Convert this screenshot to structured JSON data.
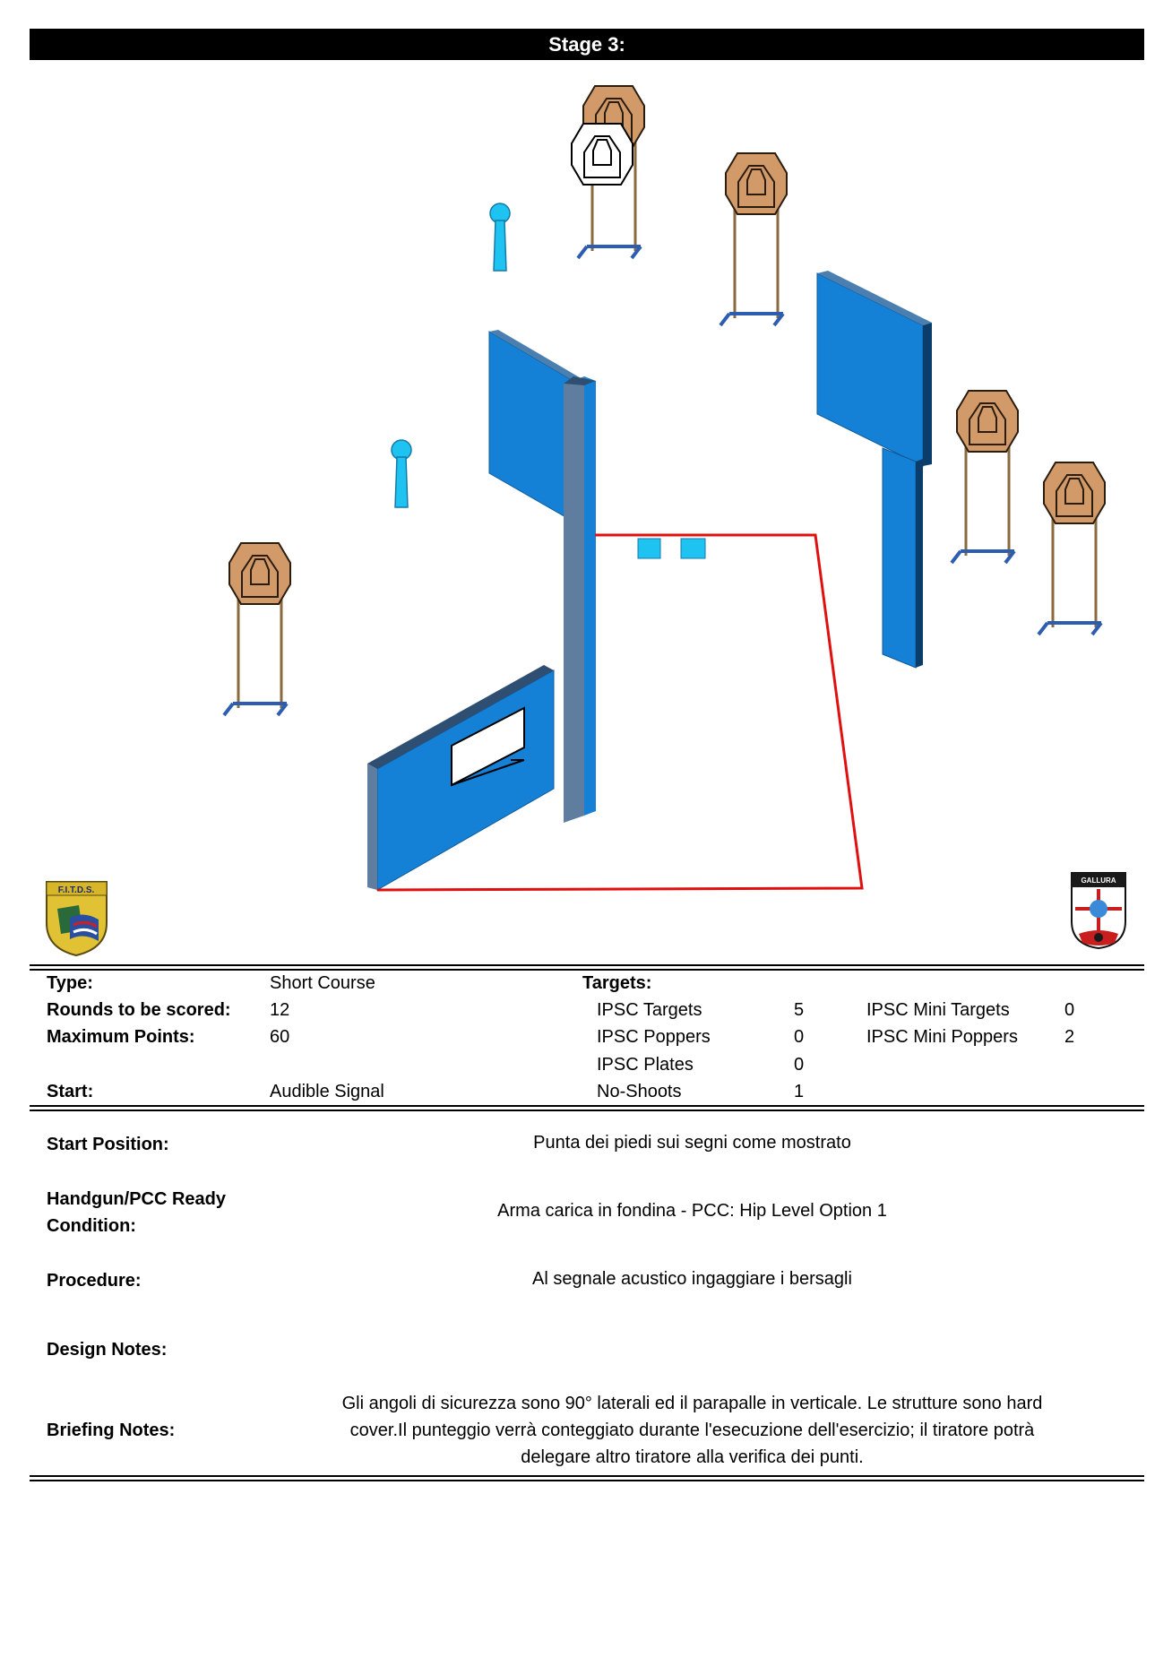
{
  "stage": {
    "title": "Stage 3:"
  },
  "logos": {
    "left_text": "F.I.T.D.S.",
    "right_text": "GALLURA"
  },
  "summary": {
    "type_label": "Type:",
    "type_value": "Short Course",
    "rounds_label": "Rounds to be scored:",
    "rounds_value": "12",
    "max_label": "Maximum Points:",
    "max_value": "60",
    "start_label": "Start:",
    "start_value": "Audible Signal",
    "targets_label": "Targets:",
    "ipsc_targets_label": "IPSC Targets",
    "ipsc_targets_value": "5",
    "ipsc_poppers_label": "IPSC Poppers",
    "ipsc_poppers_value": "0",
    "ipsc_plates_label": "IPSC Plates",
    "ipsc_plates_value": "0",
    "no_shoots_label": "No-Shoots",
    "no_shoots_value": "1",
    "mini_targets_label": "IPSC Mini Targets",
    "mini_targets_value": "0",
    "mini_poppers_label": "IPSC Mini Poppers",
    "mini_poppers_value": "2"
  },
  "details": {
    "start_position_label": "Start Position:",
    "start_position_value": "Punta dei piedi sui segni come mostrato",
    "ready_label_1": "Handgun/PCC Ready",
    "ready_label_2": "Condition:",
    "ready_value": "Arma carica in fondina - PCC: Hip Level Option 1",
    "procedure_label": "Procedure:",
    "procedure_value": "Al segnale acustico ingaggiare i bersagli",
    "design_label": "Design Notes:",
    "design_value": "",
    "briefing_label": "Briefing Notes:",
    "briefing_line_1": "Gli angoli di sicurezza sono 90° laterali ed il parapalle in verticale. Le strutture sono hard",
    "briefing_line_2": "cover.Il punteggio verrà conteggiato durante l'esecuzione dell'esercizio; il tiratore potrà",
    "briefing_line_3": "delegare altro tiratore alla verifica  dei punti."
  },
  "colors": {
    "wall": "#1581d6",
    "target": "#d29a68",
    "popper": "#1ec3f2",
    "fault_line": "#e01010"
  }
}
